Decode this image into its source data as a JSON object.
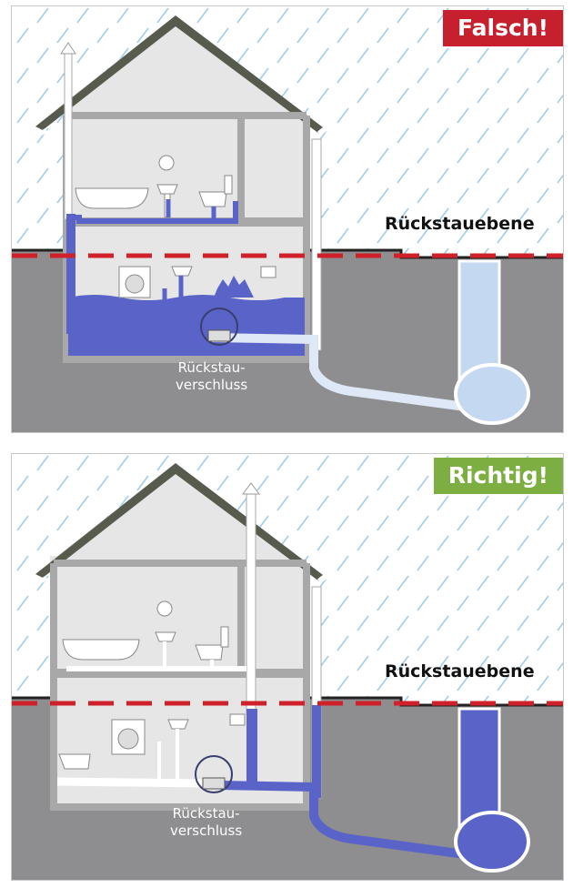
{
  "panels": [
    {
      "badge": "Falsch!",
      "level_label": "Rückstauebene",
      "valve_label": "Rückstau-\nverschluss",
      "colors": {
        "badge": "#c61f2e",
        "water": "#5a63c8",
        "pipe_empty": "#ffffff"
      }
    },
    {
      "badge": "Richtig!",
      "level_label": "Rückstauebene",
      "valve_label": "Rückstau-\nverschluss",
      "colors": {
        "badge": "#7cae42",
        "water": "#5a63c8",
        "pipe_empty": "#ffffff"
      }
    }
  ],
  "colors": {
    "ground": "#8e8e90",
    "rain": "#9ecde8",
    "house_wall": "#a8a8a8",
    "level_line": "#d0202a"
  }
}
